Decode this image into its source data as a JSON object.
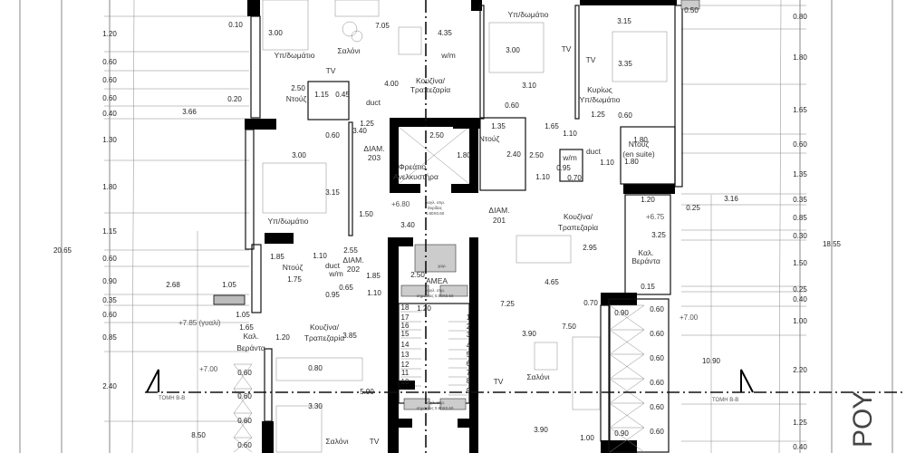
{
  "rooms": {
    "bedroom_top_left": "Υπ/δωμάτιο",
    "living_top": "Σαλόνι",
    "shower_top_left": "Ντούζ",
    "tv_top": "TV",
    "wm_top": "w/m",
    "kitchen_top_1": "Κουζίνα/",
    "kitchen_top_2": "Τραπεζαρία",
    "duct_top": "duct",
    "apt203_1": "ΔΙΑΜ.",
    "apt203_2": "203",
    "lift_1": "Φρεάτιο",
    "lift_2": "Ανελκυστήρα",
    "bedroom_mid_left": "Υπ/δωμάτιο",
    "shower_mid_left": "Ντούζ",
    "duct_mid": "duct",
    "wm_mid": "w/m",
    "apt202_1": "ΔΙΑΜ.",
    "apt202_2": "202",
    "kitchen_left_1": "Κουζίνα/",
    "kitchen_left_2": "Τραπεζαρία",
    "veranda_left_1": "Καλ.",
    "veranda_left_2": "Βεράντα",
    "living_left": "Σαλόνι",
    "tv_left": "TV",
    "bedroom_top_right": "Υπ/δωμάτιο",
    "tv_right_1": "TV",
    "tv_right_2": "TV",
    "master_1": "Κυρίως",
    "master_2": "Υπ/δωμάτιο",
    "shower_right": "Ντούζ",
    "wm_right": "w/m",
    "duct_right": "duct",
    "ensuite_1": "Ντούζ",
    "ensuite_2": "(en suite)",
    "apt201_1": "ΔΙΑΜ.",
    "apt201_2": "201",
    "kitchen_right_1": "Κουζίνα/",
    "kitchen_right_2": "Τραπεζαρία",
    "veranda_right_1": "Καλ.",
    "veranda_right_2": "Βεράντα",
    "disabled": "ΑΜΕΑ",
    "living_right": "Σαλόνι",
    "tv_right_3": "TV"
  },
  "notes": {
    "smoke_vent_1": "διαγλ. στιρ.",
    "smoke_vent_2": "θυρίδας",
    "smoke_vent_size": "0.80X0.60",
    "disabled_space": "χώρ.",
    "stair_vent_1": "διαγλ. στιρ.",
    "stair_vent_2": "σημασίας 0.80X0.60"
  },
  "levels": [
    "+6.80",
    "+7.85 (γυαλί)",
    "+7.00",
    "+7.00",
    "+6.75"
  ],
  "section_markers": [
    "ΤΟΜΗ Β-Β",
    "ΤΟΜΗ Β-Β"
  ],
  "street_label": "ΡΟΥ",
  "overall_dims": {
    "left_total": "20.65",
    "right_total": "18.55",
    "left_partial": "8.50",
    "right_partial": "10.90"
  },
  "left_dim_chain": [
    "1.20",
    "0.60",
    "0.60",
    "0.60",
    "0.40",
    "1.30",
    "1.80",
    "1.15",
    "0.60",
    "0.90",
    "0.35",
    "0.60",
    "0.85",
    "2.40"
  ],
  "right_dim_chain": [
    "0.80",
    "1.80",
    "1.65",
    "0.60",
    "1.35",
    "0.35",
    "0.85",
    "0.30",
    "1.50",
    "0.25",
    "0.40",
    "1.00",
    "2.20",
    "1.25",
    "0.40"
  ],
  "dimensions": [
    "0.10",
    "3.00",
    "7.05",
    "4.35",
    "2.50",
    "1.15",
    "0.45",
    "0.20",
    "3.66",
    "4.00",
    "1.25",
    "3.40",
    "0.60",
    "3.00",
    "2.50",
    "1.80",
    "3.15",
    "1.50",
    "3.40",
    "0.50",
    "3.15",
    "3.00",
    "3.35",
    "3.10",
    "0.60",
    "1.25",
    "0.60",
    "1.35",
    "1.65",
    "1.10",
    "2.40",
    "2.50",
    "1.80",
    "1.10",
    "0.95",
    "0.70",
    "1.80",
    "1.10",
    "1.20",
    "3.16",
    "0.25",
    "2.55",
    "1.85",
    "1.10",
    "1.85",
    "2.68",
    "1.05",
    "1.75",
    "0.65",
    "0.95",
    "1.10",
    "1.05",
    "1.65",
    "1.20",
    "3.85",
    "0.80",
    "0.60",
    "0.60",
    "0.60",
    "0.60",
    "5.90",
    "3.30",
    "1.20",
    "2.50",
    "3.25",
    "2.95",
    "4.65",
    "0.15",
    "7.25",
    "0.70",
    "0.90",
    "0.60",
    "3.90",
    "7.50",
    "0.60",
    "0.60",
    "0.60",
    "0.60",
    "0.60",
    "0.90",
    "3.90",
    "1.00"
  ],
  "stairs_left": [
    "18",
    "17",
    "16",
    "15",
    "14",
    "13",
    "12",
    "11",
    "10"
  ],
  "stairs_right": [
    "1",
    "2",
    "3",
    "4",
    "5",
    "6",
    "7",
    "8",
    "9"
  ]
}
